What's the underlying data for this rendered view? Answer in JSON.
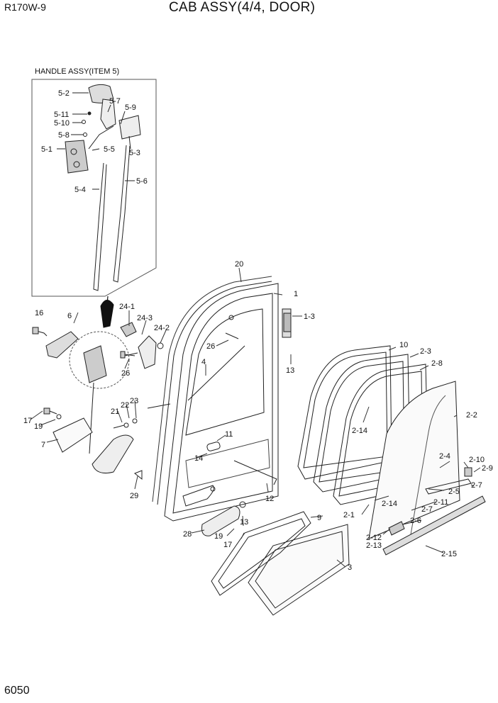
{
  "header": {
    "model": "R170W-9",
    "title": "CAB ASSY(4/4, DOOR)"
  },
  "footer": {
    "page_number": "6050"
  },
  "inset": {
    "title": "HANDLE ASSY(ITEM 5)"
  },
  "callouts": {
    "c5_2": "5-2",
    "c5_7": "5-7",
    "c5_9": "5-9",
    "c5_11": "5-11",
    "c5_10": "5-10",
    "c5_8": "5-8",
    "c5_1": "5-1",
    "c5_5": "5-5",
    "c5_3": "5-3",
    "c5_4": "5-4",
    "c5_6": "5-6",
    "c20": "20",
    "c1": "1",
    "c1_3": "1-3",
    "c16": "16",
    "c6": "6",
    "c24_1": "24-1",
    "c24_3": "24-3",
    "c24_2": "24-2",
    "c26a": "26",
    "c26b": "26",
    "c13a": "13",
    "c4": "4",
    "c10": "10",
    "c2_3": "2-3",
    "c2_8": "2-8",
    "c2_14a": "2-14",
    "c2_2": "2-2",
    "c21": "21",
    "c22": "22",
    "c23": "23",
    "c17a": "17",
    "c19a": "19",
    "c7": "7",
    "c11": "11",
    "c14": "14",
    "c12": "12",
    "c29": "29",
    "c2_4": "2-4",
    "c2_10": "2-10",
    "c2_9": "2-9",
    "c2_7a": "2-7",
    "c2_5": "2-5",
    "c2_11": "2-11",
    "c2_7b": "2-7",
    "c2_14b": "2-14",
    "c2_1": "2-1",
    "c2_6": "2-6",
    "c2_12": "2-12",
    "c2_13": "2-13",
    "c2_15": "2-15",
    "c9": "9",
    "c13b": "13",
    "c28": "28",
    "c19b": "19",
    "c17b": "17",
    "c3": "3"
  }
}
